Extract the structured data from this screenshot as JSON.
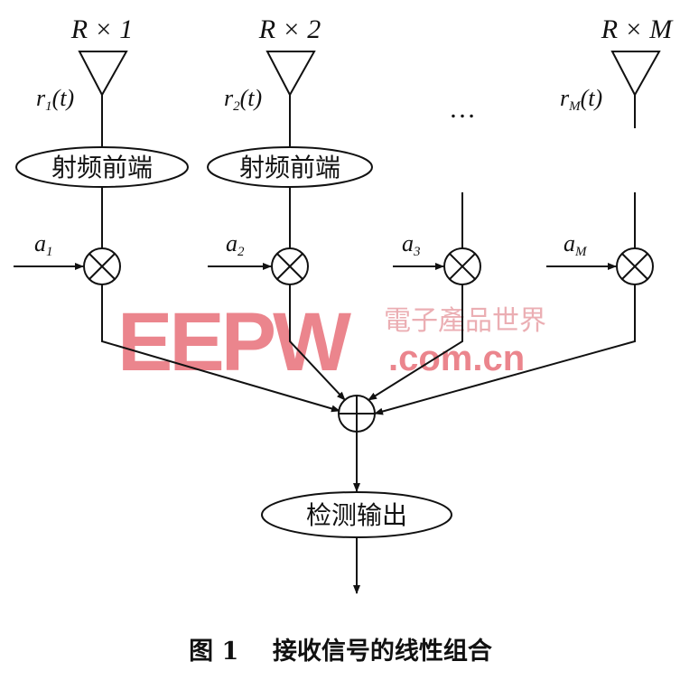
{
  "antennas": [
    {
      "label": "R × 1",
      "signal": "r",
      "sub": "1",
      "suffix": "(t)"
    },
    {
      "label": "R × 2",
      "signal": "r",
      "sub": "2",
      "suffix": "(t)"
    },
    {
      "label": "R × M",
      "signal": "r",
      "sub": "M",
      "suffix": "(t)"
    }
  ],
  "ellipsis": "…",
  "rf_frontend_label": "射频前端",
  "weights": [
    {
      "name": "a",
      "sub": "1"
    },
    {
      "name": "a",
      "sub": "2"
    },
    {
      "name": "a",
      "sub": "3"
    },
    {
      "name": "a",
      "sub": "M"
    }
  ],
  "detect_output_label": "检测输出",
  "caption": "图 1    接收信号的线性组合",
  "watermark": {
    "logo": "EEPW",
    "cn": "電子產品世界",
    "domain": ".com.cn",
    "color": "#e8707a"
  }
}
